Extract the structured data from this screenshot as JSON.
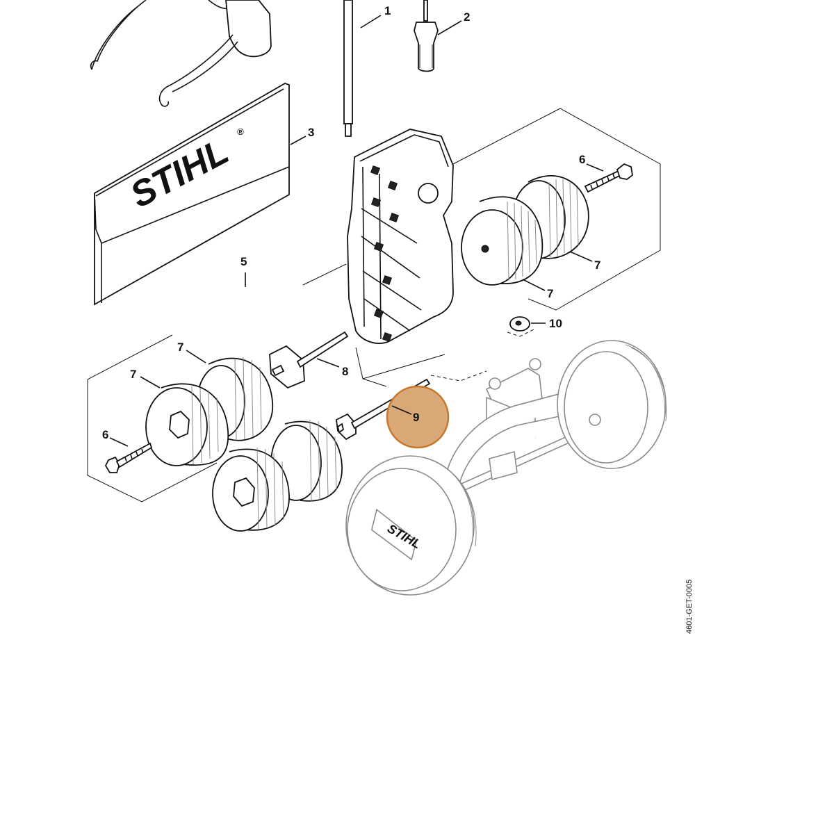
{
  "diagram": {
    "brand_text": "STIHL",
    "registered_mark": "®",
    "document_code": "4601-GET-0005",
    "callouts": [
      "1",
      "2",
      "3",
      "5",
      "6",
      "6",
      "7",
      "7",
      "7",
      "7",
      "8",
      "9",
      "10"
    ],
    "highlighted_callout": "9",
    "highlight_color": "#d9a877",
    "highlight_border_color": "#c8782e"
  }
}
